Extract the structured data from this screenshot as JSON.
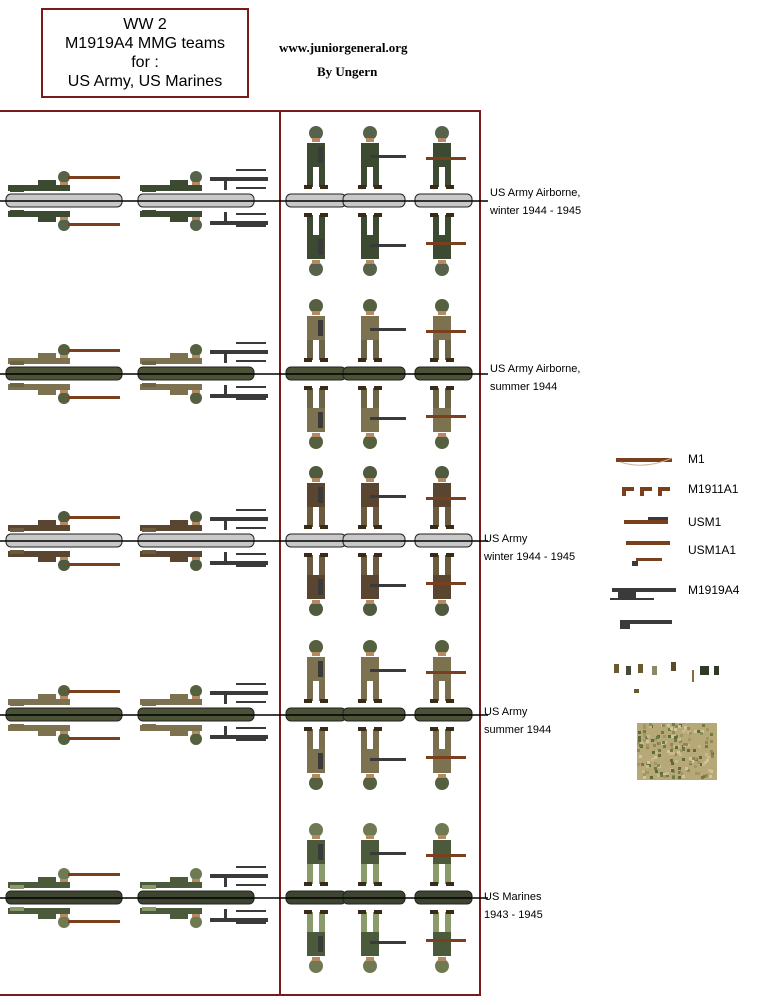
{
  "header": {
    "title_lines": [
      "WW 2",
      "M1919A4 MMG teams",
      "for :",
      "US Army, US Marines"
    ],
    "website": "www.juniorgeneral.org",
    "author": "By Ungern"
  },
  "rows": [
    {
      "label_lines": [
        "US Army Airborne,",
        "winter 1944 - 1945"
      ],
      "base": "#c8c8c8",
      "uniform": "#3b4a30",
      "helmet": "#56624a",
      "pants": "#3b4a30"
    },
    {
      "label_lines": [
        "US Army Airborne,",
        "summer 1944"
      ],
      "base": "#4b5236",
      "uniform": "#7c7250",
      "helmet": "#55603e",
      "pants": "#6c6446"
    },
    {
      "label_lines": [
        "US Army",
        "winter 1944 - 1945"
      ],
      "base": "#c8c8c8",
      "uniform": "#5a4630",
      "helmet": "#4f5a3e",
      "pants": "#6a5a3e"
    },
    {
      "label_lines": [
        "US Army",
        "summer 1944"
      ],
      "base": "#4b5236",
      "uniform": "#7c7250",
      "helmet": "#55603e",
      "pants": "#7a6e4e"
    },
    {
      "label_lines": [
        "US Marines",
        "1943 - 1945"
      ],
      "base": "#3d4530",
      "uniform": "#4a5a3a",
      "helmet": "#6f7a52",
      "pants": "#8a9a6a"
    }
  ],
  "legend": [
    {
      "label": "M1",
      "icon": "rifle-m1-icon"
    },
    {
      "label": "M1911A1",
      "icon": "pistol-icon"
    },
    {
      "label": "USM1",
      "icon": "carbine-icon"
    },
    {
      "label": "USM1A1",
      "icon": "carbine-folding-icon"
    },
    {
      "label": "M1919A4",
      "icon": "machine-gun-icon"
    }
  ],
  "colors": {
    "frame": "#7a1a1a",
    "wood": "#7a3f1c",
    "metal": "#3a3a3a",
    "camo": "#b8a878"
  }
}
